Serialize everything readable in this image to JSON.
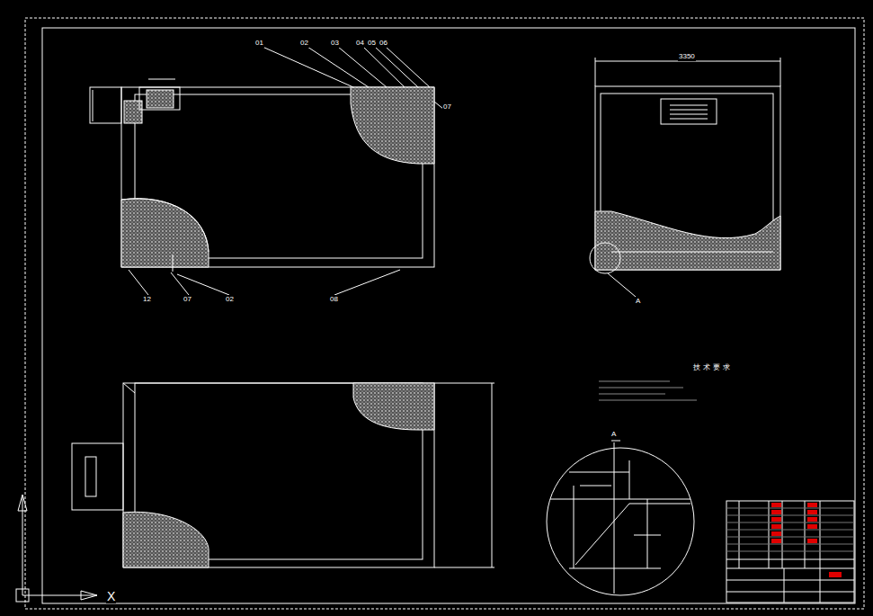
{
  "diagram": {
    "labels": [
      "01",
      "02",
      "03",
      "04",
      "05",
      "06",
      "07",
      "12",
      "07",
      "02",
      "08",
      "3350",
      "A",
      "A",
      "技术要求",
      "X"
    ]
  }
}
